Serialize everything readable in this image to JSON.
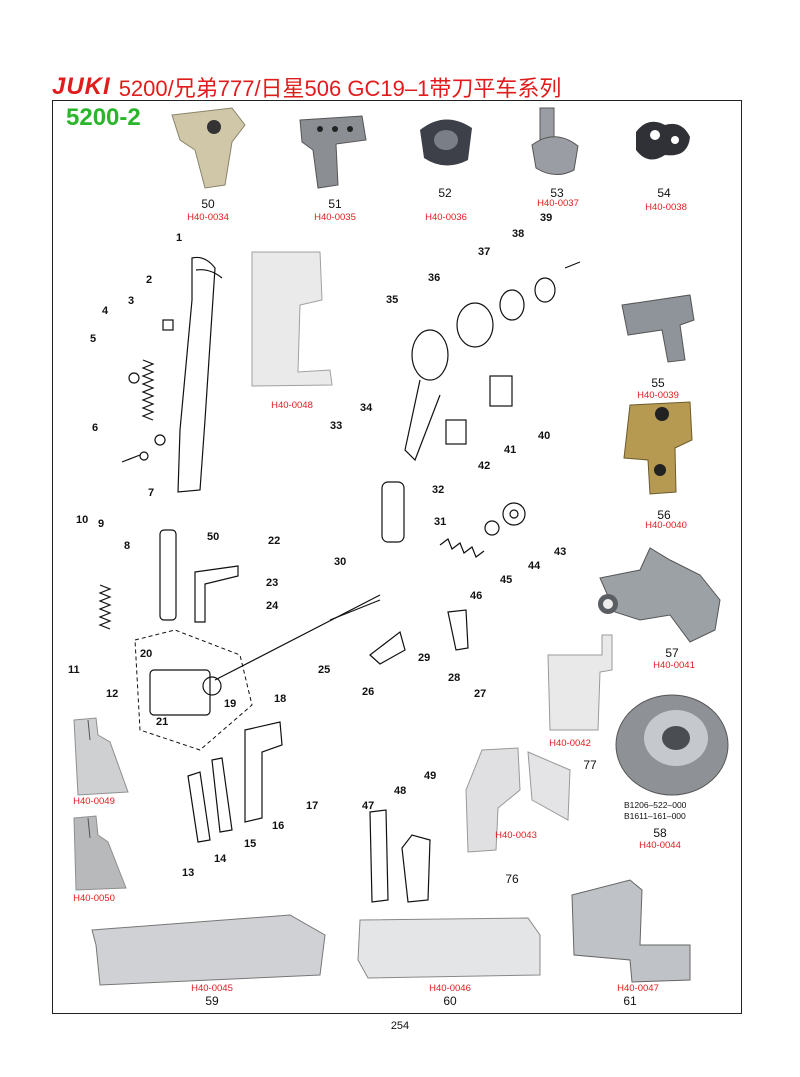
{
  "header": {
    "brand": "JUKI",
    "title": "5200/兄弟777/日星506   GC19–1带刀平车系列"
  },
  "model": "5200-2",
  "page_number": "254",
  "photo_parts": [
    {
      "num": "50",
      "code": "H40-0034"
    },
    {
      "num": "51",
      "code": "H40-0035"
    },
    {
      "num": "52",
      "code": "H40-0036"
    },
    {
      "num": "53",
      "code": "H40-0037"
    },
    {
      "num": "54",
      "code": "H40-0038"
    },
    {
      "num": "55",
      "code": "H40-0039"
    },
    {
      "num": "56",
      "code": "H40-0040"
    },
    {
      "num": "57",
      "code": "H40-0041"
    },
    {
      "num": "58",
      "code": "H40-0044"
    },
    {
      "num": "59",
      "code": "H40-0045"
    },
    {
      "num": "60",
      "code": "H40-0046"
    },
    {
      "num": "61",
      "code": "H40-0047"
    },
    {
      "num": "76",
      "code": "H40-0043"
    },
    {
      "num": "77",
      "code": "H40-0042"
    }
  ],
  "extra_codes": {
    "h0048": "H40-0048",
    "h0049": "H40-0049",
    "h0050": "H40-0050",
    "b1": "B1206–522–000",
    "b2": "B1611–161–000"
  },
  "diagram_callouts": [
    "1",
    "2",
    "3",
    "4",
    "5",
    "6",
    "7",
    "8",
    "9",
    "10",
    "11",
    "12",
    "13",
    "14",
    "15",
    "16",
    "17",
    "18",
    "19",
    "20",
    "21",
    "22",
    "23",
    "24",
    "25",
    "26",
    "27",
    "28",
    "29",
    "30",
    "31",
    "32",
    "33",
    "34",
    "35",
    "36",
    "37",
    "38",
    "39",
    "40",
    "41",
    "42",
    "43",
    "44",
    "45",
    "46",
    "47",
    "48",
    "49",
    "50"
  ]
}
